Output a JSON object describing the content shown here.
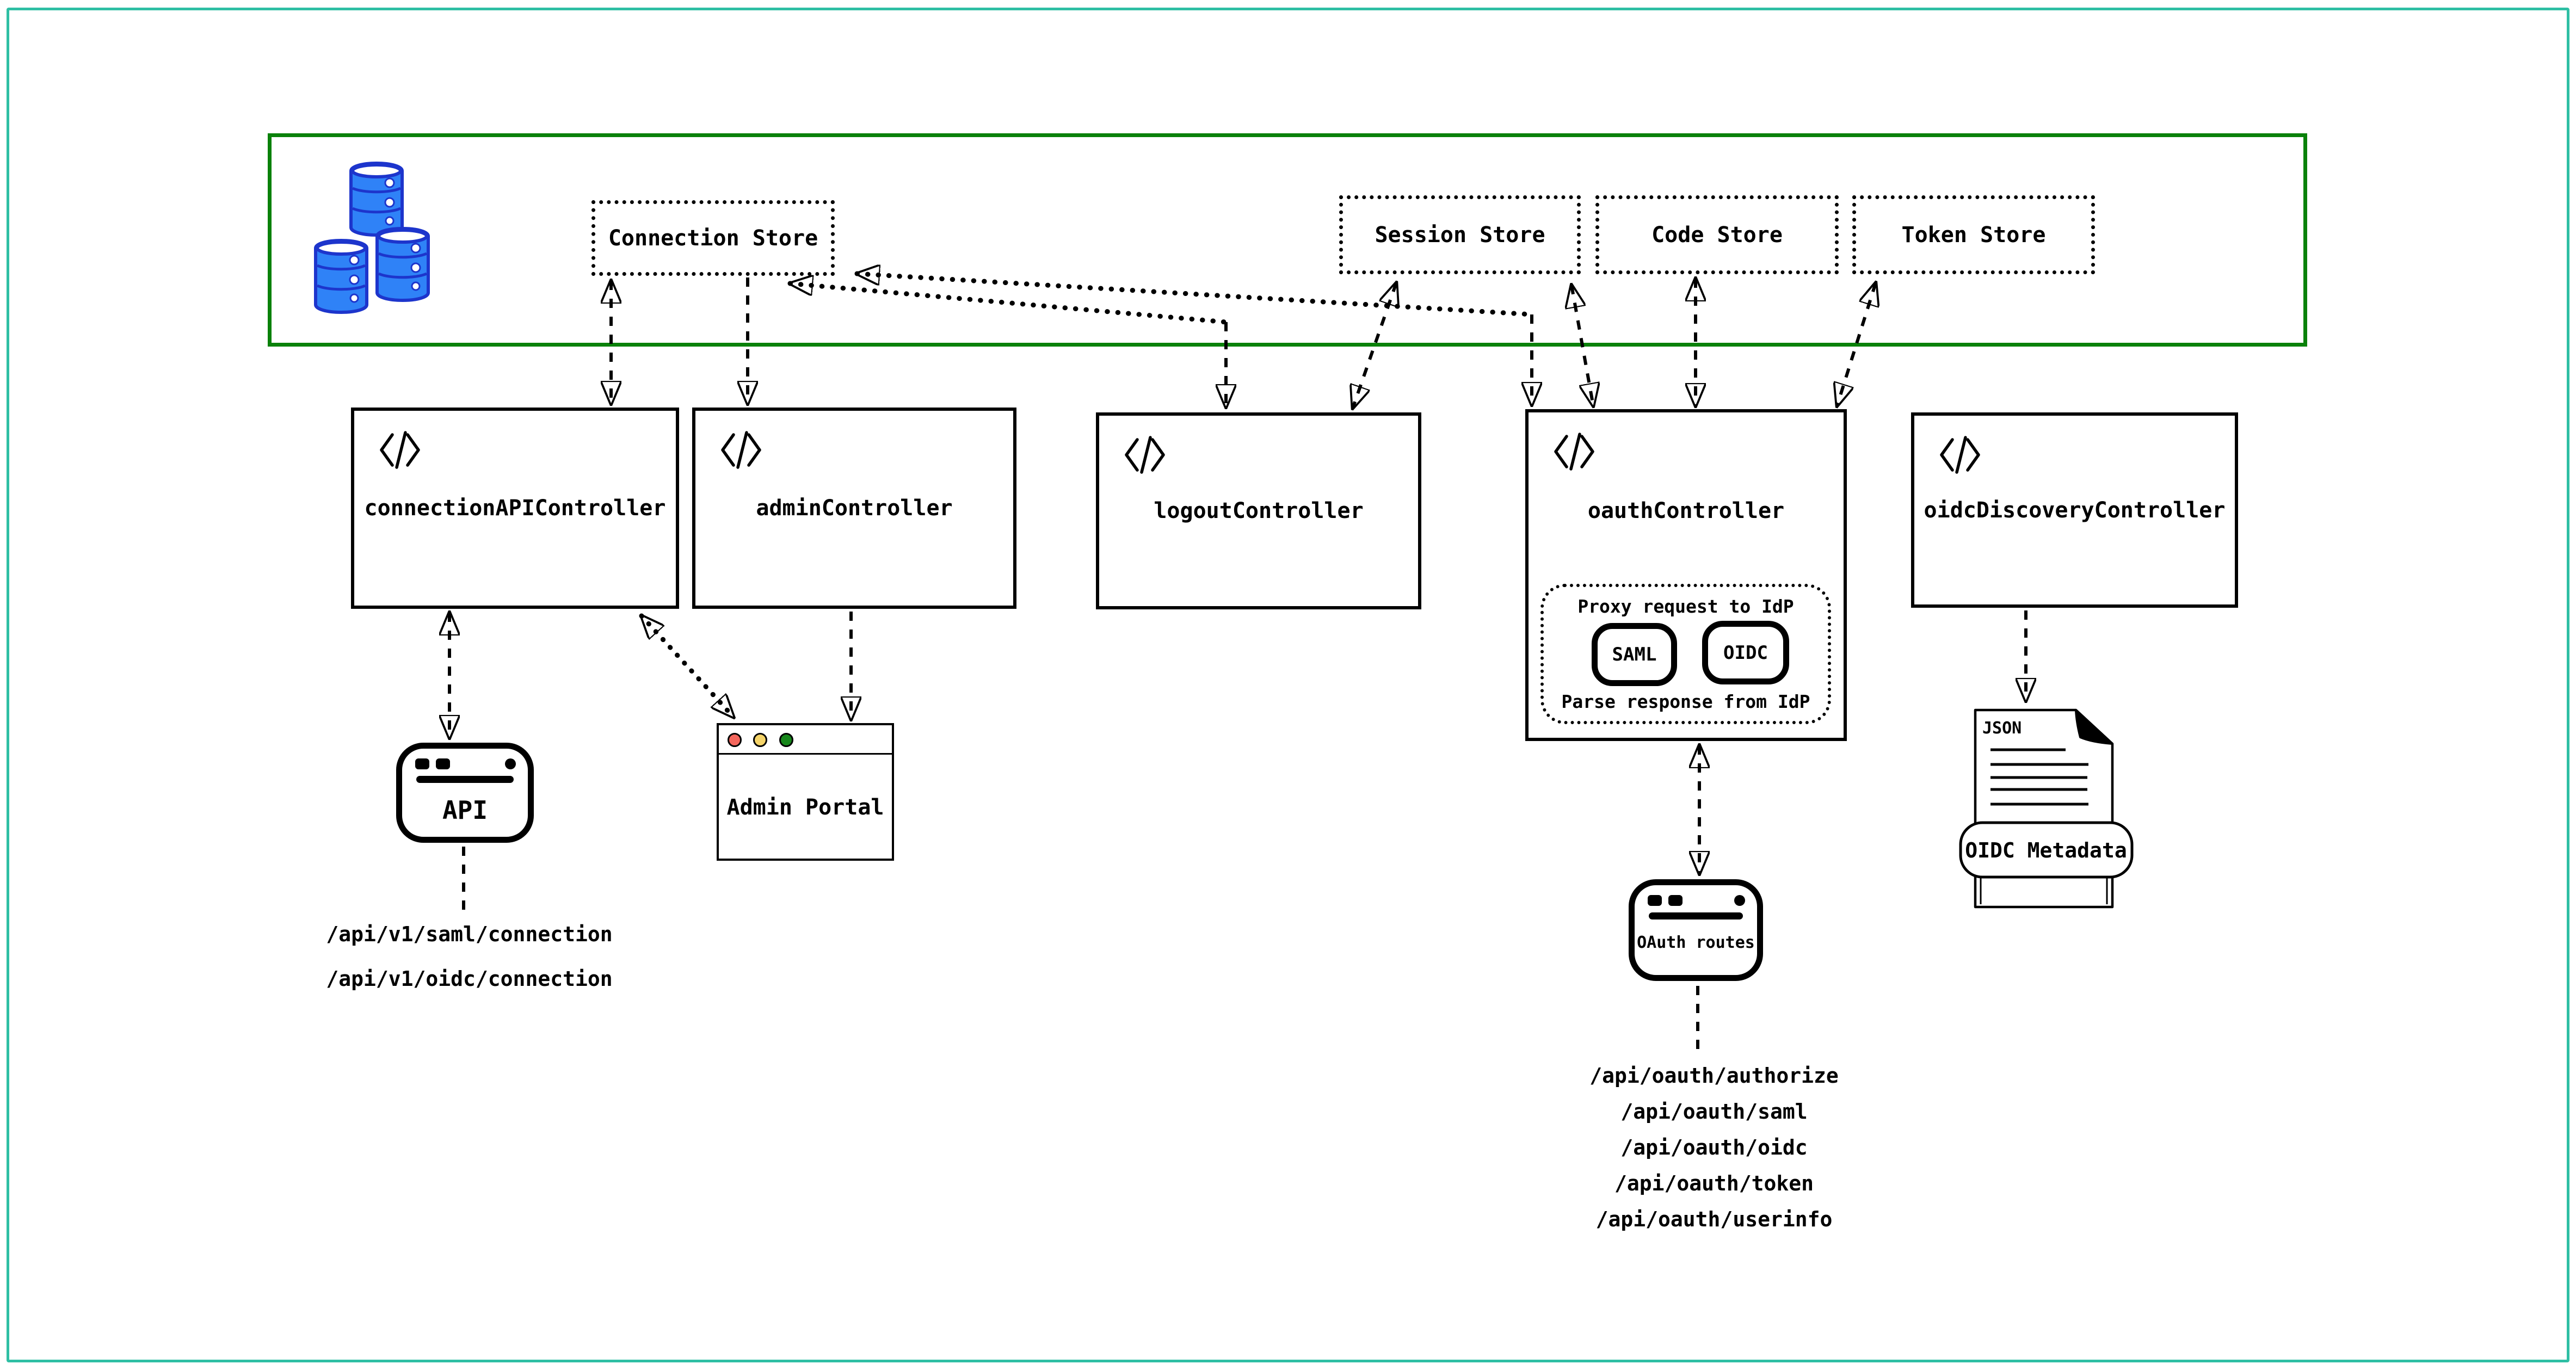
{
  "colors": {
    "page_border": "#2fbfa4",
    "store_container_border": "#0a810a",
    "database_fill": "#2f82f7",
    "database_outline": "#1d35cc",
    "traffic_light_red": "#f4665c",
    "traffic_light_yellow": "#f5d469",
    "traffic_light_green": "#17871b"
  },
  "stores": {
    "items": [
      {
        "label": "Connection Store"
      },
      {
        "label": "Session Store"
      },
      {
        "label": "Code Store"
      },
      {
        "label": "Token Store"
      }
    ]
  },
  "controllers": [
    {
      "label": "connectionAPIController"
    },
    {
      "label": "adminController"
    },
    {
      "label": "logoutController"
    },
    {
      "label": "oauthController",
      "proxy_section": {
        "title": "Proxy request to IdP",
        "protocols": [
          "SAML",
          "OIDC"
        ],
        "footer": "Parse response from IdP"
      }
    },
    {
      "label": "oidcDiscoveryController"
    }
  ],
  "clients": {
    "api": {
      "label": "API",
      "routes": [
        "/api/v1/saml/connection",
        "/api/v1/oidc/connection"
      ]
    },
    "admin_portal": {
      "label": "Admin Portal"
    },
    "oauth_routes": {
      "label": "OAuth routes",
      "routes": [
        "/api/oauth/authorize",
        "/api/oauth/saml",
        "/api/oauth/oidc",
        "/api/oauth/token",
        "/api/oauth/userinfo"
      ]
    },
    "oidc_metadata": {
      "file_type": "JSON",
      "label": "OIDC Metadata"
    }
  }
}
